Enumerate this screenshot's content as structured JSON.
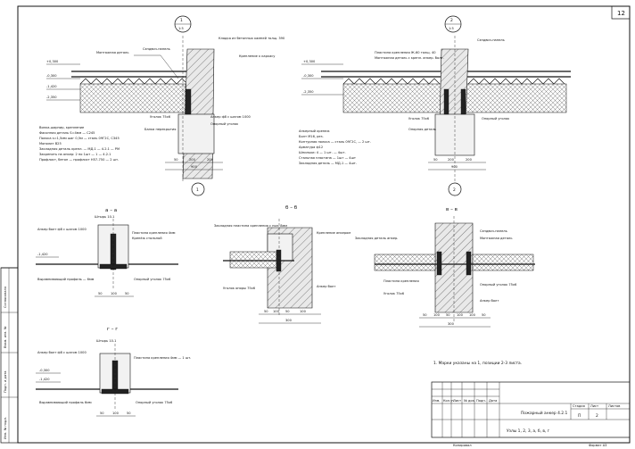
{
  "sheet": {
    "number": "12",
    "title_block": {
      "sheet_title": "Пожарный анкер 4.2.1",
      "drawing_name": "Узлы 1, 2, 3, а, б, в, г",
      "col_stage": "Стадия",
      "col_sheet": "Лист",
      "col_sheets": "Листов",
      "stage": "П",
      "sheet_no": "2",
      "row_labels": [
        "Изм.",
        "Кол.уч",
        "Лист",
        "№ док.",
        "Подп.",
        "Дата"
      ],
      "format": "Формат А3",
      "copied": "Копировал"
    },
    "note": "1. Марки указаны на 1, позиции 2-3 листа.",
    "side_stamp": [
      "Согласовано",
      "Взам. инв. №",
      "Подп. и дата",
      "Инв. № подл."
    ]
  },
  "details": {
    "node1": {
      "circle": "1",
      "ref": "1:5",
      "label_bottom": "1",
      "levels": [
        "+0,300",
        "-0,300",
        "-1,420",
        "-2,350"
      ],
      "callouts": [
        "Монтажная деталь",
        "Сэндвич-панель",
        "Кладка из бетонных камней толщ. 390",
        "Крепление к каркасу",
        "Анкер ф8 с шагом 1000",
        "Балка перекрытия",
        "Уголок 75х6",
        "Опорный уголок"
      ],
      "spec": [
        "Вилка-шарнир, крепление",
        "Фасонная деталь S=4мм — С245",
        "Полоса s=1,5мм шаг 0,5м — сталь 09Г2С, С345",
        "Монолит В25",
        "Закладная деталь крепл. — МД-1 — 4.2.1 — РМ",
        "Закрепить на анкер: 2 по 1шт — 1 — 4.2.1",
        "Профлист, бетон — профлист Н57-750 — 2 шт."
      ],
      "dims": [
        "50",
        "200",
        "200",
        "900"
      ]
    },
    "node2": {
      "circle": "2",
      "ref": "1:5",
      "label_bottom": "2",
      "levels": [
        "+0,300",
        "-0,300",
        "-2,350"
      ],
      "callouts": [
        "Сэндвич-панель",
        "Пластина крепления Ж-60 толщ. 40",
        "Монтажная деталь с крепл. анкер. болт.",
        "Уголок 75х6",
        "Опорный уголок",
        "Опорная деталь"
      ],
      "spec": [
        "Анкерный крепеж",
        "Болт М16, рез.",
        "Контурная полоса — сталь 09Г2С, — 2 шт.",
        "Арматура ф12",
        "Шпильки: 4 — 1 шт. — 4шт.",
        "Стальная пластина — 1шт — 4шт",
        "Закладная деталь — МД-1 — 4шт."
      ],
      "dims": [
        "50",
        "200",
        "200",
        "900"
      ]
    },
    "node_a": {
      "title": "а – а",
      "callouts": [
        "Штырь 10-1",
        "Анкер болт ф8 с шагом 1000",
        "Пластина крепления 4мм",
        "Крепёж стальной",
        "Выравнивающий профиль — 6мм",
        "Опорный уголок 75х6"
      ],
      "level": "-1,420",
      "dims": [
        "50",
        "100",
        "50"
      ]
    },
    "node_b": {
      "title": "б – б",
      "callouts": [
        "Закладная пластина крепления с пол. 8мм",
        "Крепление анкером",
        "Уголок опоры 75х6",
        "Анкер болт"
      ],
      "dims": [
        "50",
        "100",
        "50",
        "100",
        "300"
      ]
    },
    "node_v": {
      "title": "в – в",
      "callouts": [
        "Закладная деталь анкер.",
        "Сэндвич-панель",
        "Монтажная деталь",
        "Пластина крепления",
        "Уголок 75х6",
        "Опорный уголок 75х6",
        "Анкер болт"
      ],
      "dims": [
        "50",
        "100",
        "50",
        "100",
        "300",
        "100",
        "50"
      ]
    },
    "node_g": {
      "title": "г – г",
      "callouts": [
        "Штырь 10-1",
        "Анкер болт ф8 с шагом 1000",
        "Пластина крепления 4мм — 1 шт.",
        "Выравнивающий профиль 6мм",
        "Опорный уголок 75х6"
      ],
      "levels": [
        "-0,300",
        "-1,420"
      ],
      "dims": [
        "50",
        "100",
        "50"
      ]
    }
  }
}
